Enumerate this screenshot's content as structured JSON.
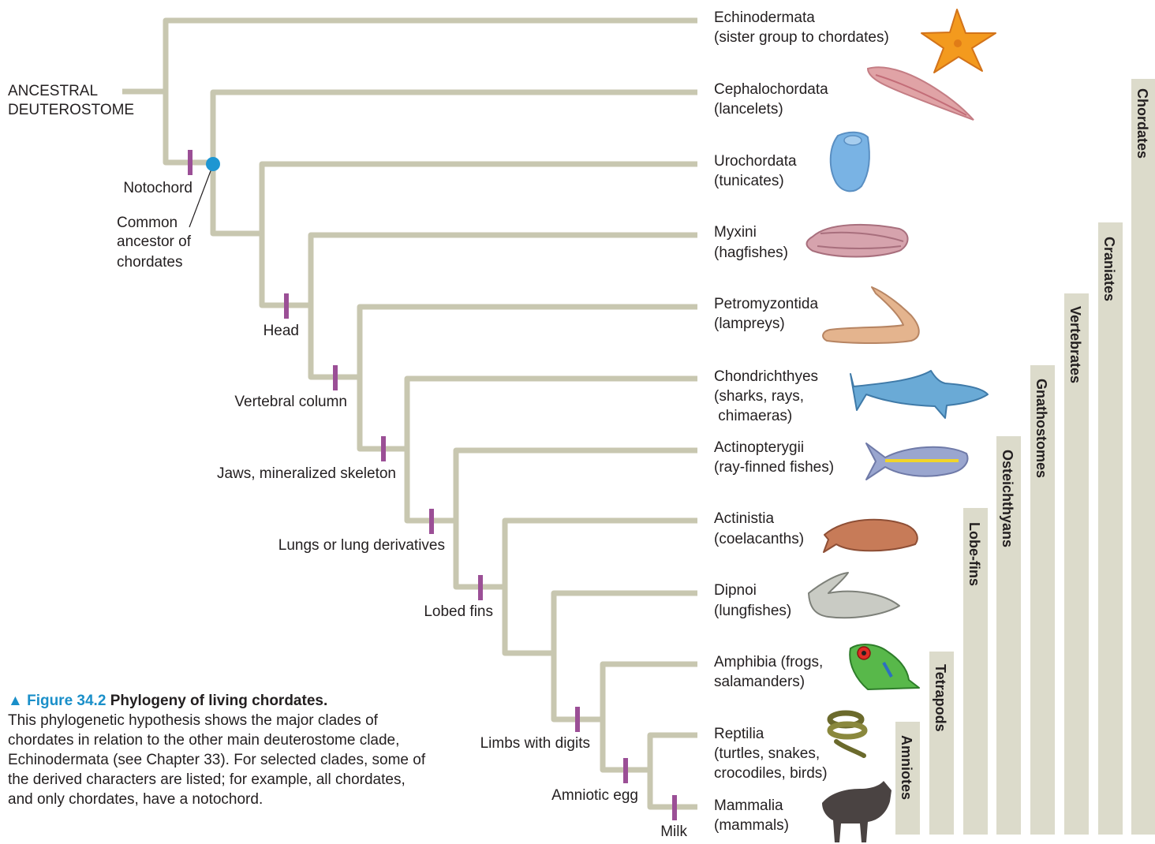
{
  "root_label": [
    "ANCESTRAL",
    "DEUTEROSTOME"
  ],
  "taxa": [
    {
      "name": "Echinodermata",
      "common": [
        "(sister group to chordates)"
      ],
      "organism": "sea-star"
    },
    {
      "name": "Cephalochordata",
      "common": [
        "(lancelets)"
      ],
      "organism": "lancelet"
    },
    {
      "name": "Urochordata",
      "common": [
        "(tunicates)"
      ],
      "organism": "tunicate"
    },
    {
      "name": "Myxini",
      "common": [
        "(hagfishes)"
      ],
      "organism": "hagfish"
    },
    {
      "name": "Petromyzontida",
      "common": [
        "(lampreys)"
      ],
      "organism": "lamprey"
    },
    {
      "name": "Chondrichthyes",
      "common": [
        "(sharks, rays,",
        " chimaeras)"
      ],
      "organism": "shark"
    },
    {
      "name": "Actinopterygii",
      "common": [
        "(ray-finned fishes)"
      ],
      "organism": "ray-finned-fish"
    },
    {
      "name": "Actinistia",
      "common": [
        "(coelacanths)"
      ],
      "organism": "coelacanth"
    },
    {
      "name": "Dipnoi",
      "common": [
        "(lungfishes)"
      ],
      "organism": "lungfish"
    },
    {
      "name": "Amphibia (frogs,",
      "common": [
        "salamanders)"
      ],
      "organism": "frog"
    },
    {
      "name": "Reptilia",
      "common": [
        "(turtles, snakes,",
        "crocodiles, birds)"
      ],
      "organism": "snake"
    },
    {
      "name": "Mammalia",
      "common": [
        "(mammals)"
      ],
      "organism": "wildebeest"
    }
  ],
  "characters": [
    {
      "label": "Notochord"
    },
    {
      "label": "Head"
    },
    {
      "label": "Vertebral column"
    },
    {
      "label": "Jaws, mineralized skeleton"
    },
    {
      "label": "Lungs or lung derivatives"
    },
    {
      "label": "Lobed fins"
    },
    {
      "label": "Limbs with digits"
    },
    {
      "label": "Amniotic egg"
    },
    {
      "label": "Milk"
    }
  ],
  "common_ancestor_label": [
    "Common",
    "ancestor of",
    "chordates"
  ],
  "clades": [
    {
      "name": "Chordates",
      "from_taxon": "Cephalochordata",
      "to_taxon": "Mammalia"
    },
    {
      "name": "Craniates",
      "from_taxon": "Myxini",
      "to_taxon": "Mammalia"
    },
    {
      "name": "Vertebrates",
      "from_taxon": "Petromyzontida",
      "to_taxon": "Mammalia"
    },
    {
      "name": "Gnathostomes",
      "from_taxon": "Chondrichthyes",
      "to_taxon": "Mammalia"
    },
    {
      "name": "Osteichthyans",
      "from_taxon": "Actinopterygii",
      "to_taxon": "Mammalia"
    },
    {
      "name": "Lobe-fins",
      "from_taxon": "Actinistia",
      "to_taxon": "Mammalia"
    },
    {
      "name": "Tetrapods",
      "from_taxon": "Amphibia",
      "to_taxon": "Mammalia"
    },
    {
      "name": "Amniotes",
      "from_taxon": "Reptilia",
      "to_taxon": "Mammalia"
    }
  ],
  "caption": {
    "figure_number": "▲ Figure 34.2",
    "title": "Phylogeny of living chordates.",
    "body": "This phylogenetic hypothesis shows the major clades of chordates in relation to the other main deuterostome clade, Echinodermata (see Chapter 33). For selected clades, some of the derived characters are listed; for example, all chordates, and only chordates, have a notochord."
  },
  "colors": {
    "branch": "#c8c7b0",
    "character_mark": "#9b4f96",
    "common_ancestor_dot": "#1e96d2",
    "clade_bar": "#dcdbcb",
    "caption_accent": "#1a8fc9"
  }
}
